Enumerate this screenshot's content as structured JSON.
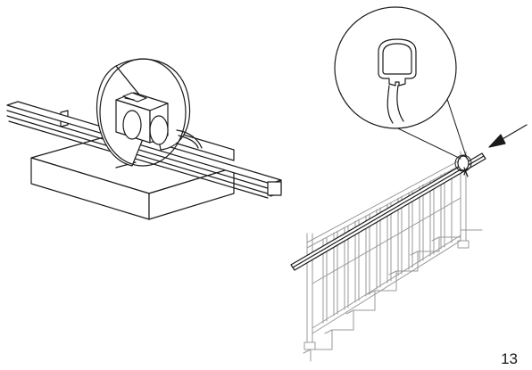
{
  "page": {
    "page_number": "13"
  },
  "illustrations": {
    "left": "saw-cutting-rail",
    "right": "handrail-on-stair-railing",
    "detail": "handrail-profile-callout"
  },
  "colors": {
    "line": "#1a1a1a",
    "ghost_line": "#9a9a9a",
    "background": "#ffffff"
  }
}
